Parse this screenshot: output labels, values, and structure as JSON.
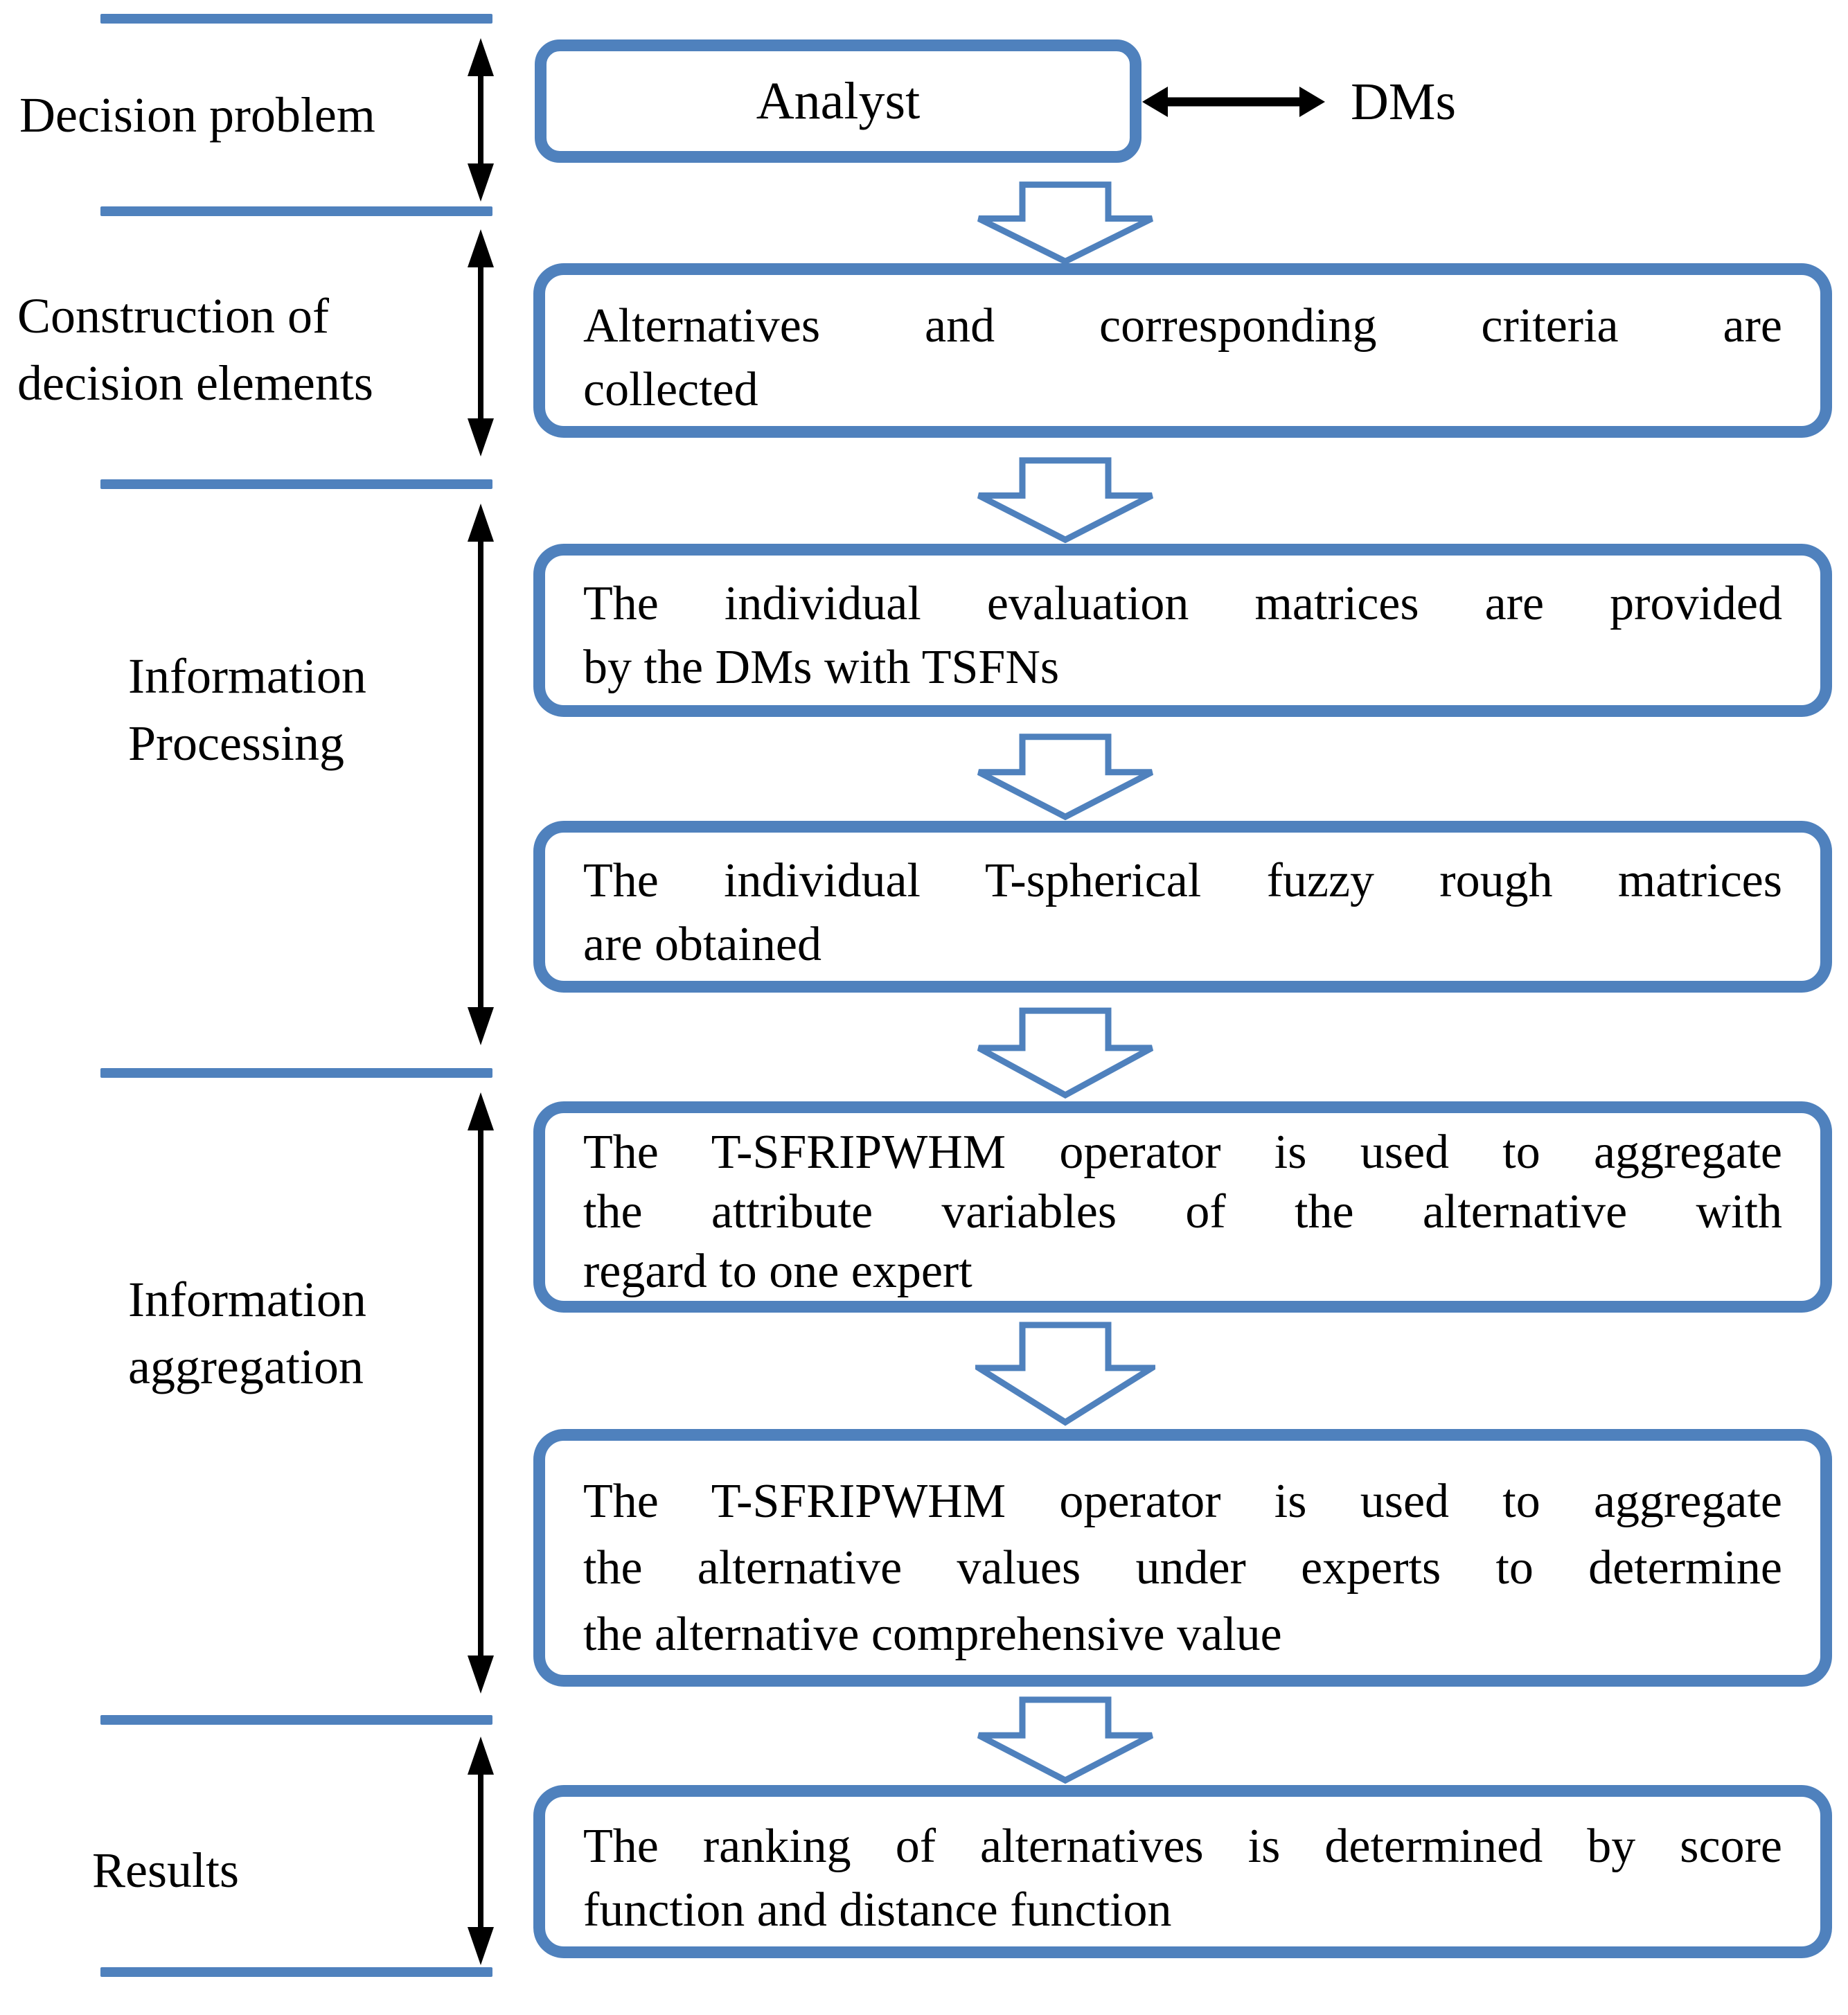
{
  "figure": {
    "background_color": "#ffffff",
    "accent_color": "#4f81bd",
    "text_color": "#000000"
  },
  "left_panel": {
    "stages": [
      {
        "id": "decision-problem",
        "lines": [
          "Decision problem"
        ]
      },
      {
        "id": "construction-of-decision-elements",
        "lines": [
          "Construction of",
          "decision elements"
        ]
      },
      {
        "id": "information-processing",
        "lines": [
          "Information",
          "Processing"
        ]
      },
      {
        "id": "information-aggregation",
        "lines": [
          "Information",
          "aggregation"
        ]
      },
      {
        "id": "results",
        "lines": [
          "Results"
        ]
      }
    ]
  },
  "flowchart": {
    "analyst_label": "Analyst",
    "dms_label": "DMs",
    "steps": [
      {
        "lines": [
          "Alternatives and corresponding criteria are",
          "collected"
        ]
      },
      {
        "lines": [
          "The individual evaluation matrices are provided",
          "by the DMs with TSFNs"
        ]
      },
      {
        "lines": [
          "The individual T-spherical fuzzy rough matrices",
          "are obtained"
        ]
      },
      {
        "lines": [
          "The T-SFRIPWHM operator is used to aggregate",
          "the attribute variables of the alternative with",
          "regard to one expert"
        ]
      },
      {
        "lines": [
          "The T-SFRIPWHM operator is used to aggregate",
          "the alternative values under experts to determine",
          "the alternative comprehensive value"
        ]
      },
      {
        "lines": [
          "The ranking of alternatives is determined by score",
          "function and distance function"
        ]
      }
    ]
  }
}
